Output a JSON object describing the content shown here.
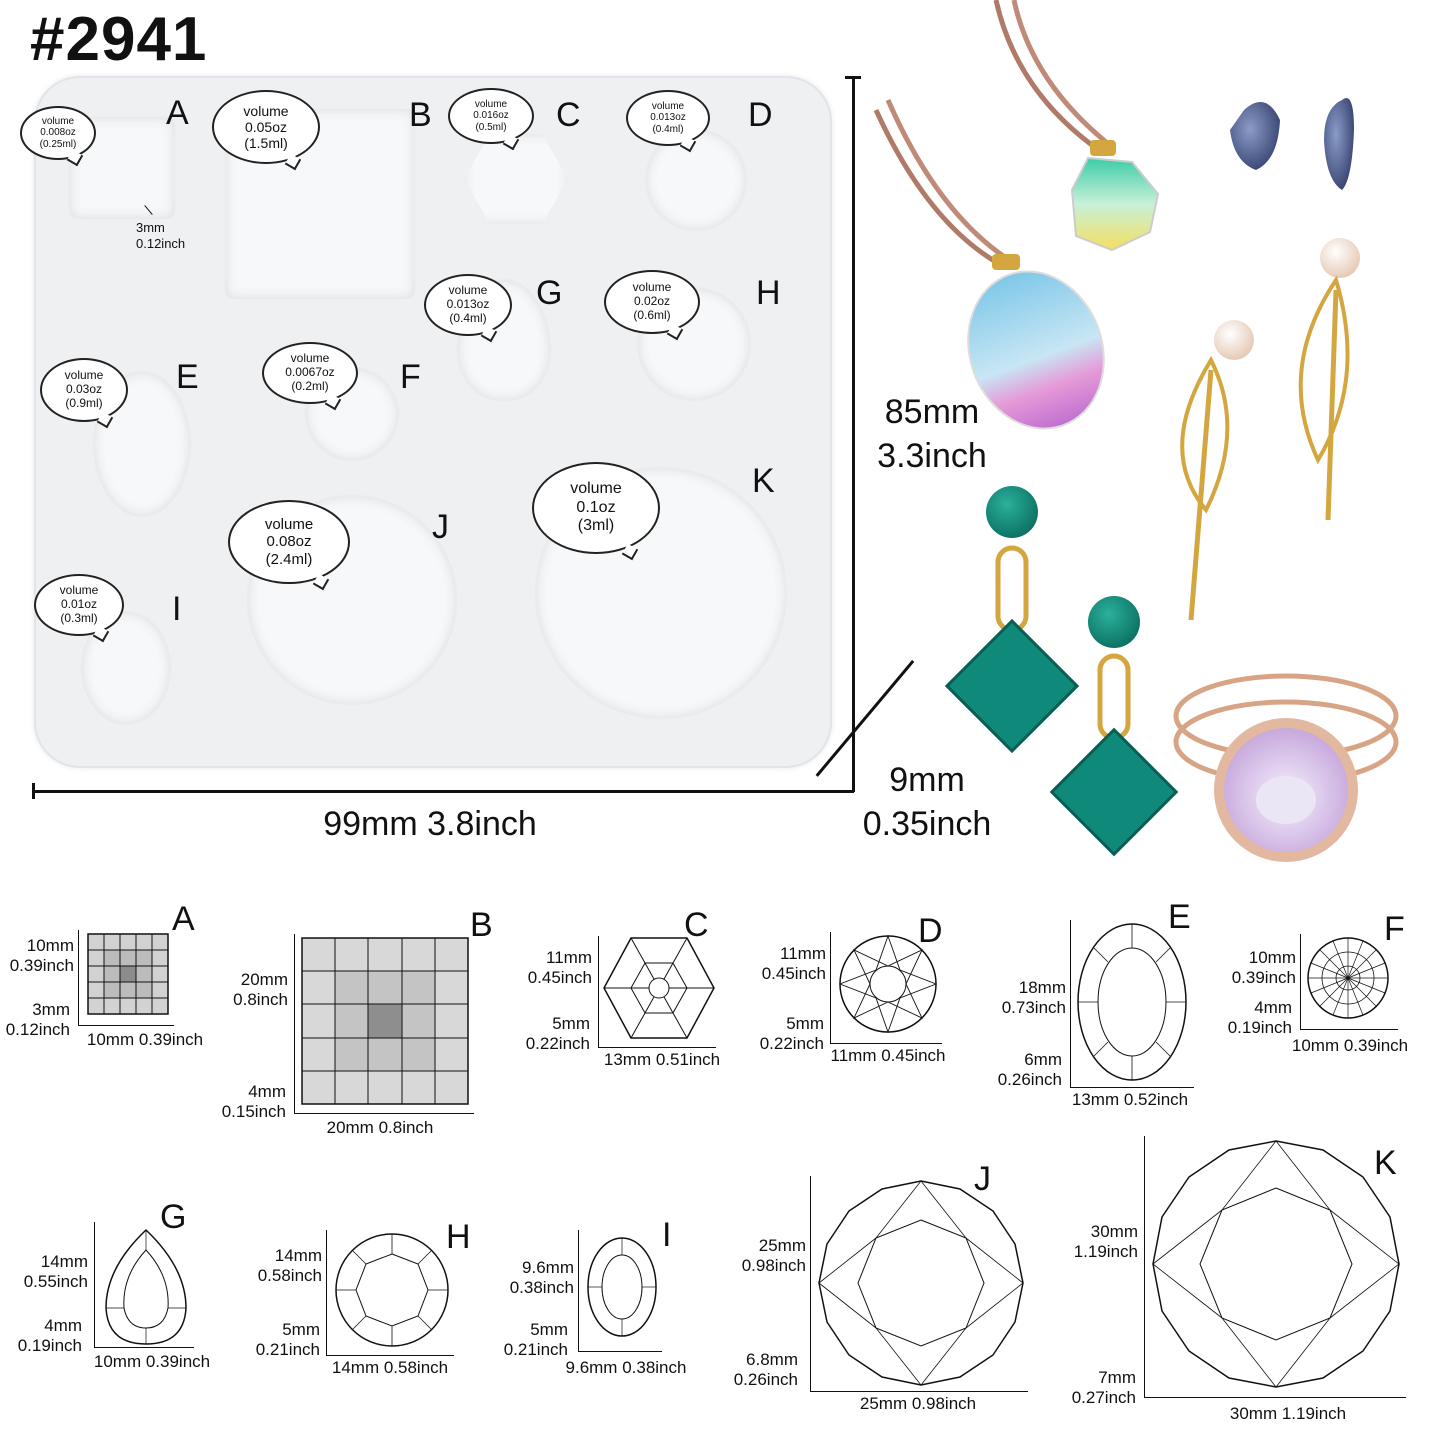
{
  "title": "#2941",
  "tray": {
    "cavities": [
      {
        "letter": "A",
        "volume_label": "volume",
        "oz": "0.008oz",
        "ml": "(0.25ml)",
        "depth_mm": "3mm",
        "depth_in": "0.12inch"
      },
      {
        "letter": "B",
        "volume_label": "volume",
        "oz": "0.05oz",
        "ml": "(1.5ml)"
      },
      {
        "letter": "C",
        "volume_label": "volume",
        "oz": "0.016oz",
        "ml": "(0.5ml)"
      },
      {
        "letter": "D",
        "volume_label": "volume",
        "oz": "0.013oz",
        "ml": "(0.4ml)"
      },
      {
        "letter": "E",
        "volume_label": "volume",
        "oz": "0.03oz",
        "ml": "(0.9ml)"
      },
      {
        "letter": "F",
        "volume_label": "volume",
        "oz": "0.0067oz",
        "ml": "(0.2ml)"
      },
      {
        "letter": "G",
        "volume_label": "volume",
        "oz": "0.013oz",
        "ml": "(0.4ml)"
      },
      {
        "letter": "H",
        "volume_label": "volume",
        "oz": "0.02oz",
        "ml": "(0.6ml)"
      },
      {
        "letter": "I",
        "volume_label": "volume",
        "oz": "0.01oz",
        "ml": "(0.3ml)"
      },
      {
        "letter": "J",
        "volume_label": "volume",
        "oz": "0.08oz",
        "ml": "(2.4ml)"
      },
      {
        "letter": "K",
        "volume_label": "volume",
        "oz": "0.1oz",
        "ml": "(3ml)"
      }
    ],
    "width_label": "99mm 3.8inch",
    "height_mm": "85mm",
    "height_in": "3.3inch",
    "depth_mm": "9mm",
    "depth_in": "0.35inch"
  },
  "diagrams": [
    {
      "letter": "A",
      "h_mm": "10mm",
      "h_in": "0.39inch",
      "d_mm": "3mm",
      "d_in": "0.12inch",
      "w": "10mm 0.39inch"
    },
    {
      "letter": "B",
      "h_mm": "20mm",
      "h_in": "0.8inch",
      "d_mm": "4mm",
      "d_in": "0.15inch",
      "w": "20mm 0.8inch"
    },
    {
      "letter": "C",
      "h_mm": "11mm",
      "h_in": "0.45inch",
      "d_mm": "5mm",
      "d_in": "0.22inch",
      "w": "13mm 0.51inch"
    },
    {
      "letter": "D",
      "h_mm": "11mm",
      "h_in": "0.45inch",
      "d_mm": "5mm",
      "d_in": "0.22inch",
      "w": "11mm 0.45inch"
    },
    {
      "letter": "E",
      "h_mm": "18mm",
      "h_in": "0.73inch",
      "d_mm": "6mm",
      "d_in": "0.26inch",
      "w": "13mm 0.52inch"
    },
    {
      "letter": "F",
      "h_mm": "10mm",
      "h_in": "0.39inch",
      "d_mm": "4mm",
      "d_in": "0.19inch",
      "w": "10mm 0.39inch"
    },
    {
      "letter": "G",
      "h_mm": "14mm",
      "h_in": "0.55inch",
      "d_mm": "4mm",
      "d_in": "0.19inch",
      "w": "10mm 0.39inch"
    },
    {
      "letter": "H",
      "h_mm": "14mm",
      "h_in": "0.58inch",
      "d_mm": "5mm",
      "d_in": "0.21inch",
      "w": "14mm 0.58inch"
    },
    {
      "letter": "I",
      "h_mm": "9.6mm",
      "h_in": "0.38inch",
      "d_mm": "5mm",
      "d_in": "0.21inch",
      "w": "9.6mm 0.38inch"
    },
    {
      "letter": "J",
      "h_mm": "25mm",
      "h_in": "0.98inch",
      "d_mm": "6.8mm",
      "d_in": "0.26inch",
      "w": "25mm 0.98inch"
    },
    {
      "letter": "K",
      "h_mm": "30mm",
      "h_in": "1.19inch",
      "d_mm": "7mm",
      "d_in": "0.27inch",
      "w": "30mm 1.19inch"
    }
  ]
}
